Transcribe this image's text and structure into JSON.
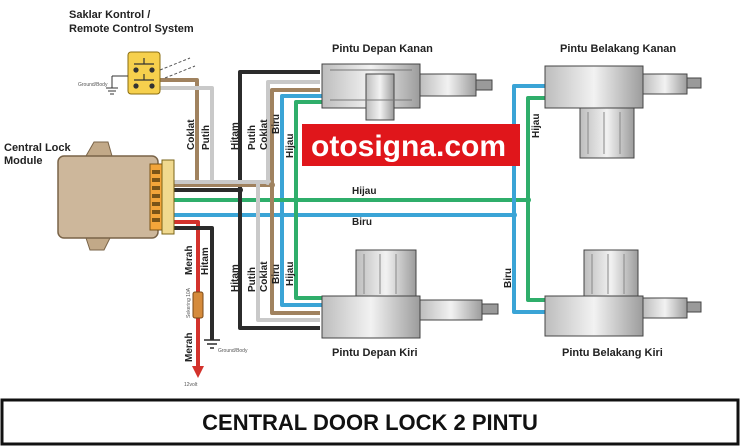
{
  "labels": {
    "switch_title_1": "Saklar Kontrol /",
    "switch_title_2": "Remote Control System",
    "module_title_1": "Central Lock",
    "module_title_2": "Module",
    "door_front_right": "Pintu Depan Kanan",
    "door_rear_right": "Pintu Belakang Kanan",
    "door_front_left": "Pintu Depan Kiri",
    "door_rear_left": "Pintu Belakang Kiri",
    "ground_body_1": "Ground/Body",
    "ground_body_2": "Ground/Body",
    "fuse_label": "Sekering 10A",
    "volt_label": "12volt",
    "watermark_brand": "otosigna.com",
    "footer_title": "CENTRAL DOOR LOCK 2 PINTU"
  },
  "wire_labels": {
    "coklat_switch": "Coklat",
    "putih_switch": "Putih",
    "hitam_top": "Hitam",
    "putih_top": "Putih",
    "coklat_top": "Coklat",
    "biru_top": "Biru",
    "hijau_top": "Hijau",
    "hijau_main": "Hijau",
    "biru_main": "Biru",
    "hijau_rear_right": "Hijau",
    "merah_power": "Merah",
    "hitam_power": "Hitam",
    "merah_power_2": "Merah",
    "hitam_bottom": "Hitam",
    "putih_bottom": "Putih",
    "coklat_bottom": "Coklat",
    "biru_bottom": "Biru",
    "hijau_bottom": "Hijau",
    "biru_rear_left": "Biru"
  },
  "colors": {
    "coklat": "#a0825f",
    "putih": "#c9c9c9",
    "hitam": "#2b2b2b",
    "biru": "#3aa4d6",
    "hijau": "#2fae6b",
    "merah": "#d3322c",
    "brand_bg": "#e0161b",
    "module_body": "#cdb79b"
  }
}
